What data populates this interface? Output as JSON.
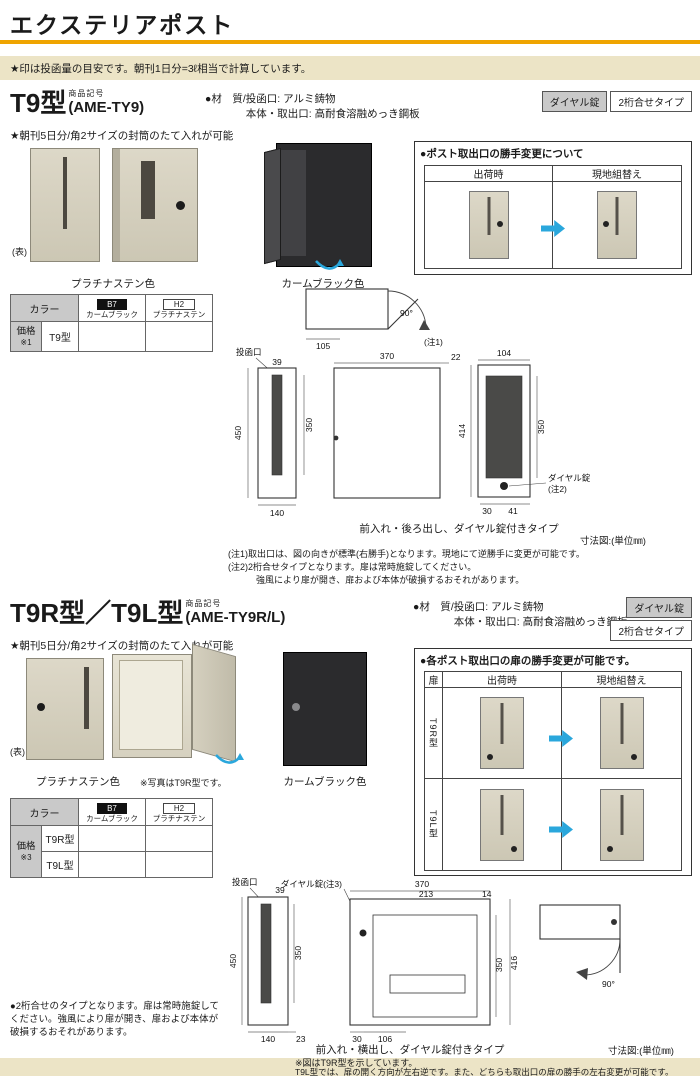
{
  "page": {
    "title": "エクステリアポスト",
    "top_note": "★印は投函量の目安です。朝刊1日分=3ℓ相当で計算しています。",
    "bottom_note1": "※図はT9R型を示しています。",
    "bottom_note2": "T9L型では、扉の開く方向が左右逆です。また、どちらも取出口の扉の勝手の左右変更が可能です。"
  },
  "s1": {
    "product_label": "商品記号",
    "title": "T9型",
    "code": "(AME-TY9)",
    "material_label": "●材　質/",
    "material1": "投函口: アルミ鋳物",
    "material2": "本体・取出口: 高耐食溶融めっき鋼板",
    "badge_lock": "ダイヤル錠",
    "badge_type": "2桁合せタイプ",
    "feature": "★朝刊5日分/角2サイズの封筒のたて入れが可能",
    "front_label": "(表)",
    "caption_platinum": "プラチナステン色",
    "caption_black": "カームブラック色",
    "hand_change_title": "●ポスト取出口の勝手変更について",
    "ship": "出荷時",
    "onsite": "現地組替え",
    "color_header": "カラー",
    "b7": "B7",
    "b7_name": "カームブラック",
    "h2": "H2",
    "h2_name": "プラチナステン",
    "price_label": "価格",
    "price_ref": "※1",
    "model1": "T9型",
    "drawing": {
      "slot": "投函口",
      "d39": "39",
      "d450": "450",
      "d350a": "350",
      "d140": "140",
      "d370": "370",
      "d22": "22",
      "d104": "104",
      "d414": "414",
      "d350b": "350",
      "d30": "30",
      "d41": "41",
      "d105": "105",
      "deg": "90°",
      "note_ref": "(注1)",
      "lock1": "ダイヤル錠",
      "lock2": "(注2)",
      "caption": "前入れ・後ろ出し、ダイヤル錠付きタイプ",
      "unit": "寸法図:(単位㎜)"
    },
    "note1": "(注1)取出口は、図の向きが標準(右勝手)となります。現地にて逆勝手に変更が可能です。",
    "note2": "(注2)2桁合せタイプとなります。扉は常時施錠してください。",
    "note3": "強風により扉が開き、扉および本体が破損するおそれがあります。"
  },
  "s2": {
    "product_label": "商品記号",
    "title": "T9R型／T9L型",
    "code": "(AME-TY9R/L)",
    "material_label": "●材　質/",
    "material1": "投函口: アルミ鋳物",
    "material2": "本体・取出口: 高耐食溶融めっき鋼板",
    "badge_lock": "ダイヤル錠",
    "badge_type": "2桁合せタイプ",
    "feature": "★朝刊5日分/角2サイズの封筒のたて入れが可能",
    "front_label": "(表)",
    "caption_platinum": "プラチナステン色",
    "photo_note": "※写真はT9R型です。",
    "caption_black": "カームブラック色",
    "hand_change_title": "●各ポスト取出口の扉の勝手変更が可能です。",
    "door_col": "扉",
    "ship": "出荷時",
    "onsite": "現地組替え",
    "row1_label": "T9R型",
    "row2_label": "T9L型",
    "color_header": "カラー",
    "b7": "B7",
    "b7_name": "カームブラック",
    "h2": "H2",
    "h2_name": "プラチナステン",
    "price_label": "価格",
    "price_ref": "※3",
    "model1": "T9R型",
    "model2": "T9L型",
    "lock_note": "ダイヤル錠(注3)",
    "drawing": {
      "slot": "投函口",
      "d39": "39",
      "d450": "450",
      "d350a": "350",
      "d140": "140",
      "d23": "23",
      "d370": "370",
      "d213": "213",
      "d14": "14",
      "d30": "30",
      "d106": "106",
      "d350b": "350",
      "d416": "416",
      "deg": "90°",
      "caption": "前入れ・横出し、ダイヤル錠付きタイプ",
      "unit": "寸法図:(単位㎜)"
    },
    "bottom_note": "●2桁合せのタイプとなります。扉は常時施錠してください。強風により扉が開き、扉および本体が破損するおそれがあります。"
  }
}
